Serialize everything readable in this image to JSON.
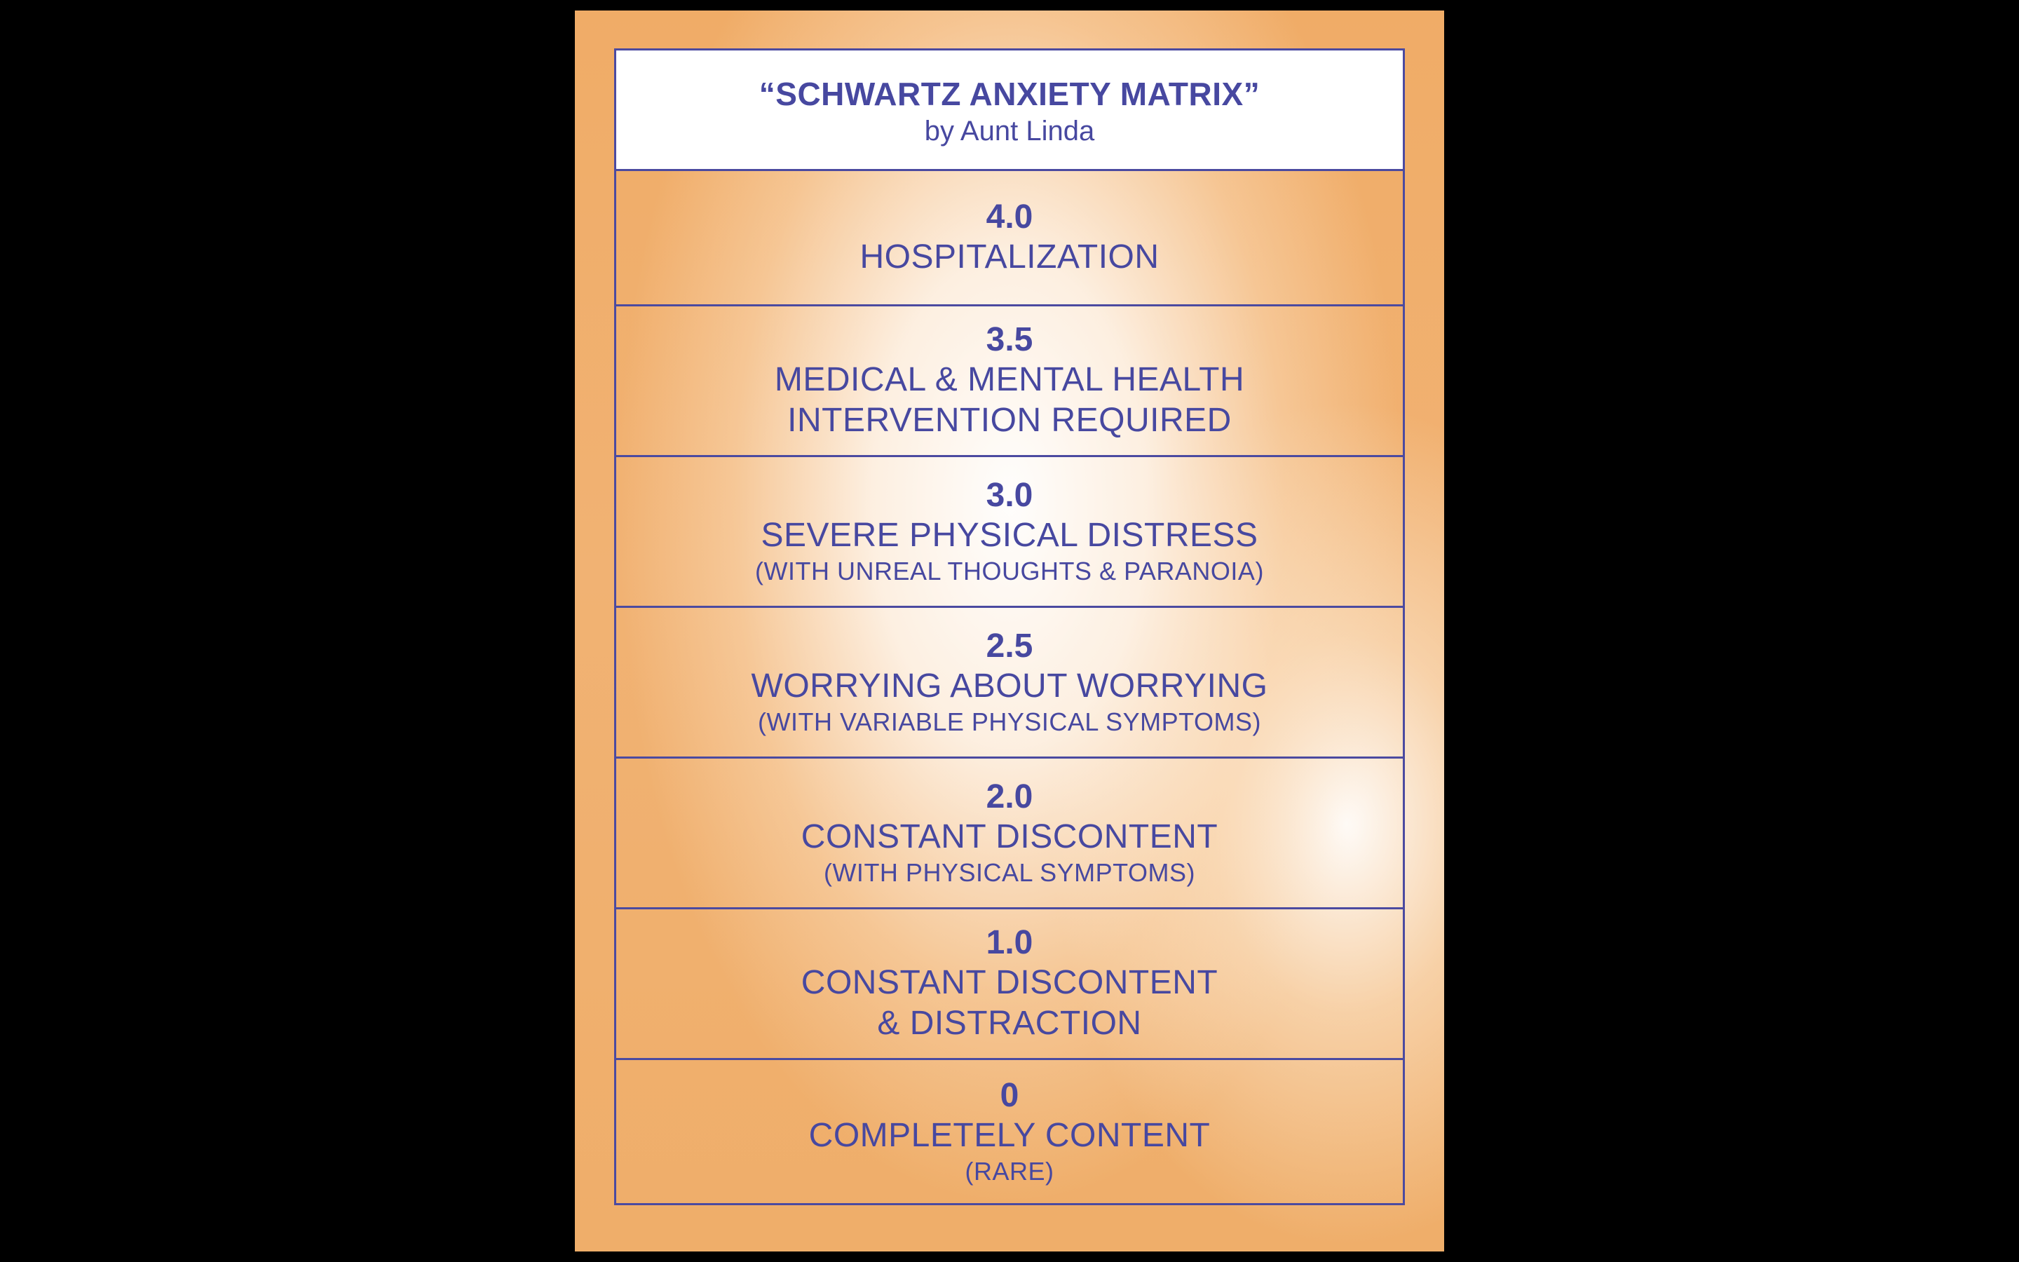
{
  "matrix": {
    "title": "SCHWARTZ ANXIETY MATRIX",
    "open_quote": "“",
    "close_quote": "”",
    "byline": "by Aunt Linda",
    "colors": {
      "text": "#4748a0",
      "border": "#4b4aa0",
      "card_orange": "#f0ac67",
      "background": "#000000"
    },
    "levels": [
      {
        "value": "4.0",
        "label_lines": [
          "HOSPITALIZATION"
        ],
        "note": ""
      },
      {
        "value": "3.5",
        "label_lines": [
          "MEDICAL & MENTAL HEALTH",
          "INTERVENTION REQUIRED"
        ],
        "note": ""
      },
      {
        "value": "3.0",
        "label_lines": [
          "SEVERE PHYSICAL DISTRESS"
        ],
        "note": "(WITH UNREAL THOUGHTS & PARANOIA)"
      },
      {
        "value": "2.5",
        "label_lines": [
          "WORRYING ABOUT WORRYING"
        ],
        "note": "(WITH VARIABLE PHYSICAL SYMPTOMS)"
      },
      {
        "value": "2.0",
        "label_lines": [
          "CONSTANT DISCONTENT"
        ],
        "note": "(WITH PHYSICAL SYMPTOMS)"
      },
      {
        "value": "1.0",
        "label_lines": [
          "CONSTANT DISCONTENT",
          "& DISTRACTION"
        ],
        "note": ""
      },
      {
        "value": "0",
        "label_lines": [
          "COMPLETELY CONTENT"
        ],
        "note": "(RARE)"
      }
    ]
  }
}
